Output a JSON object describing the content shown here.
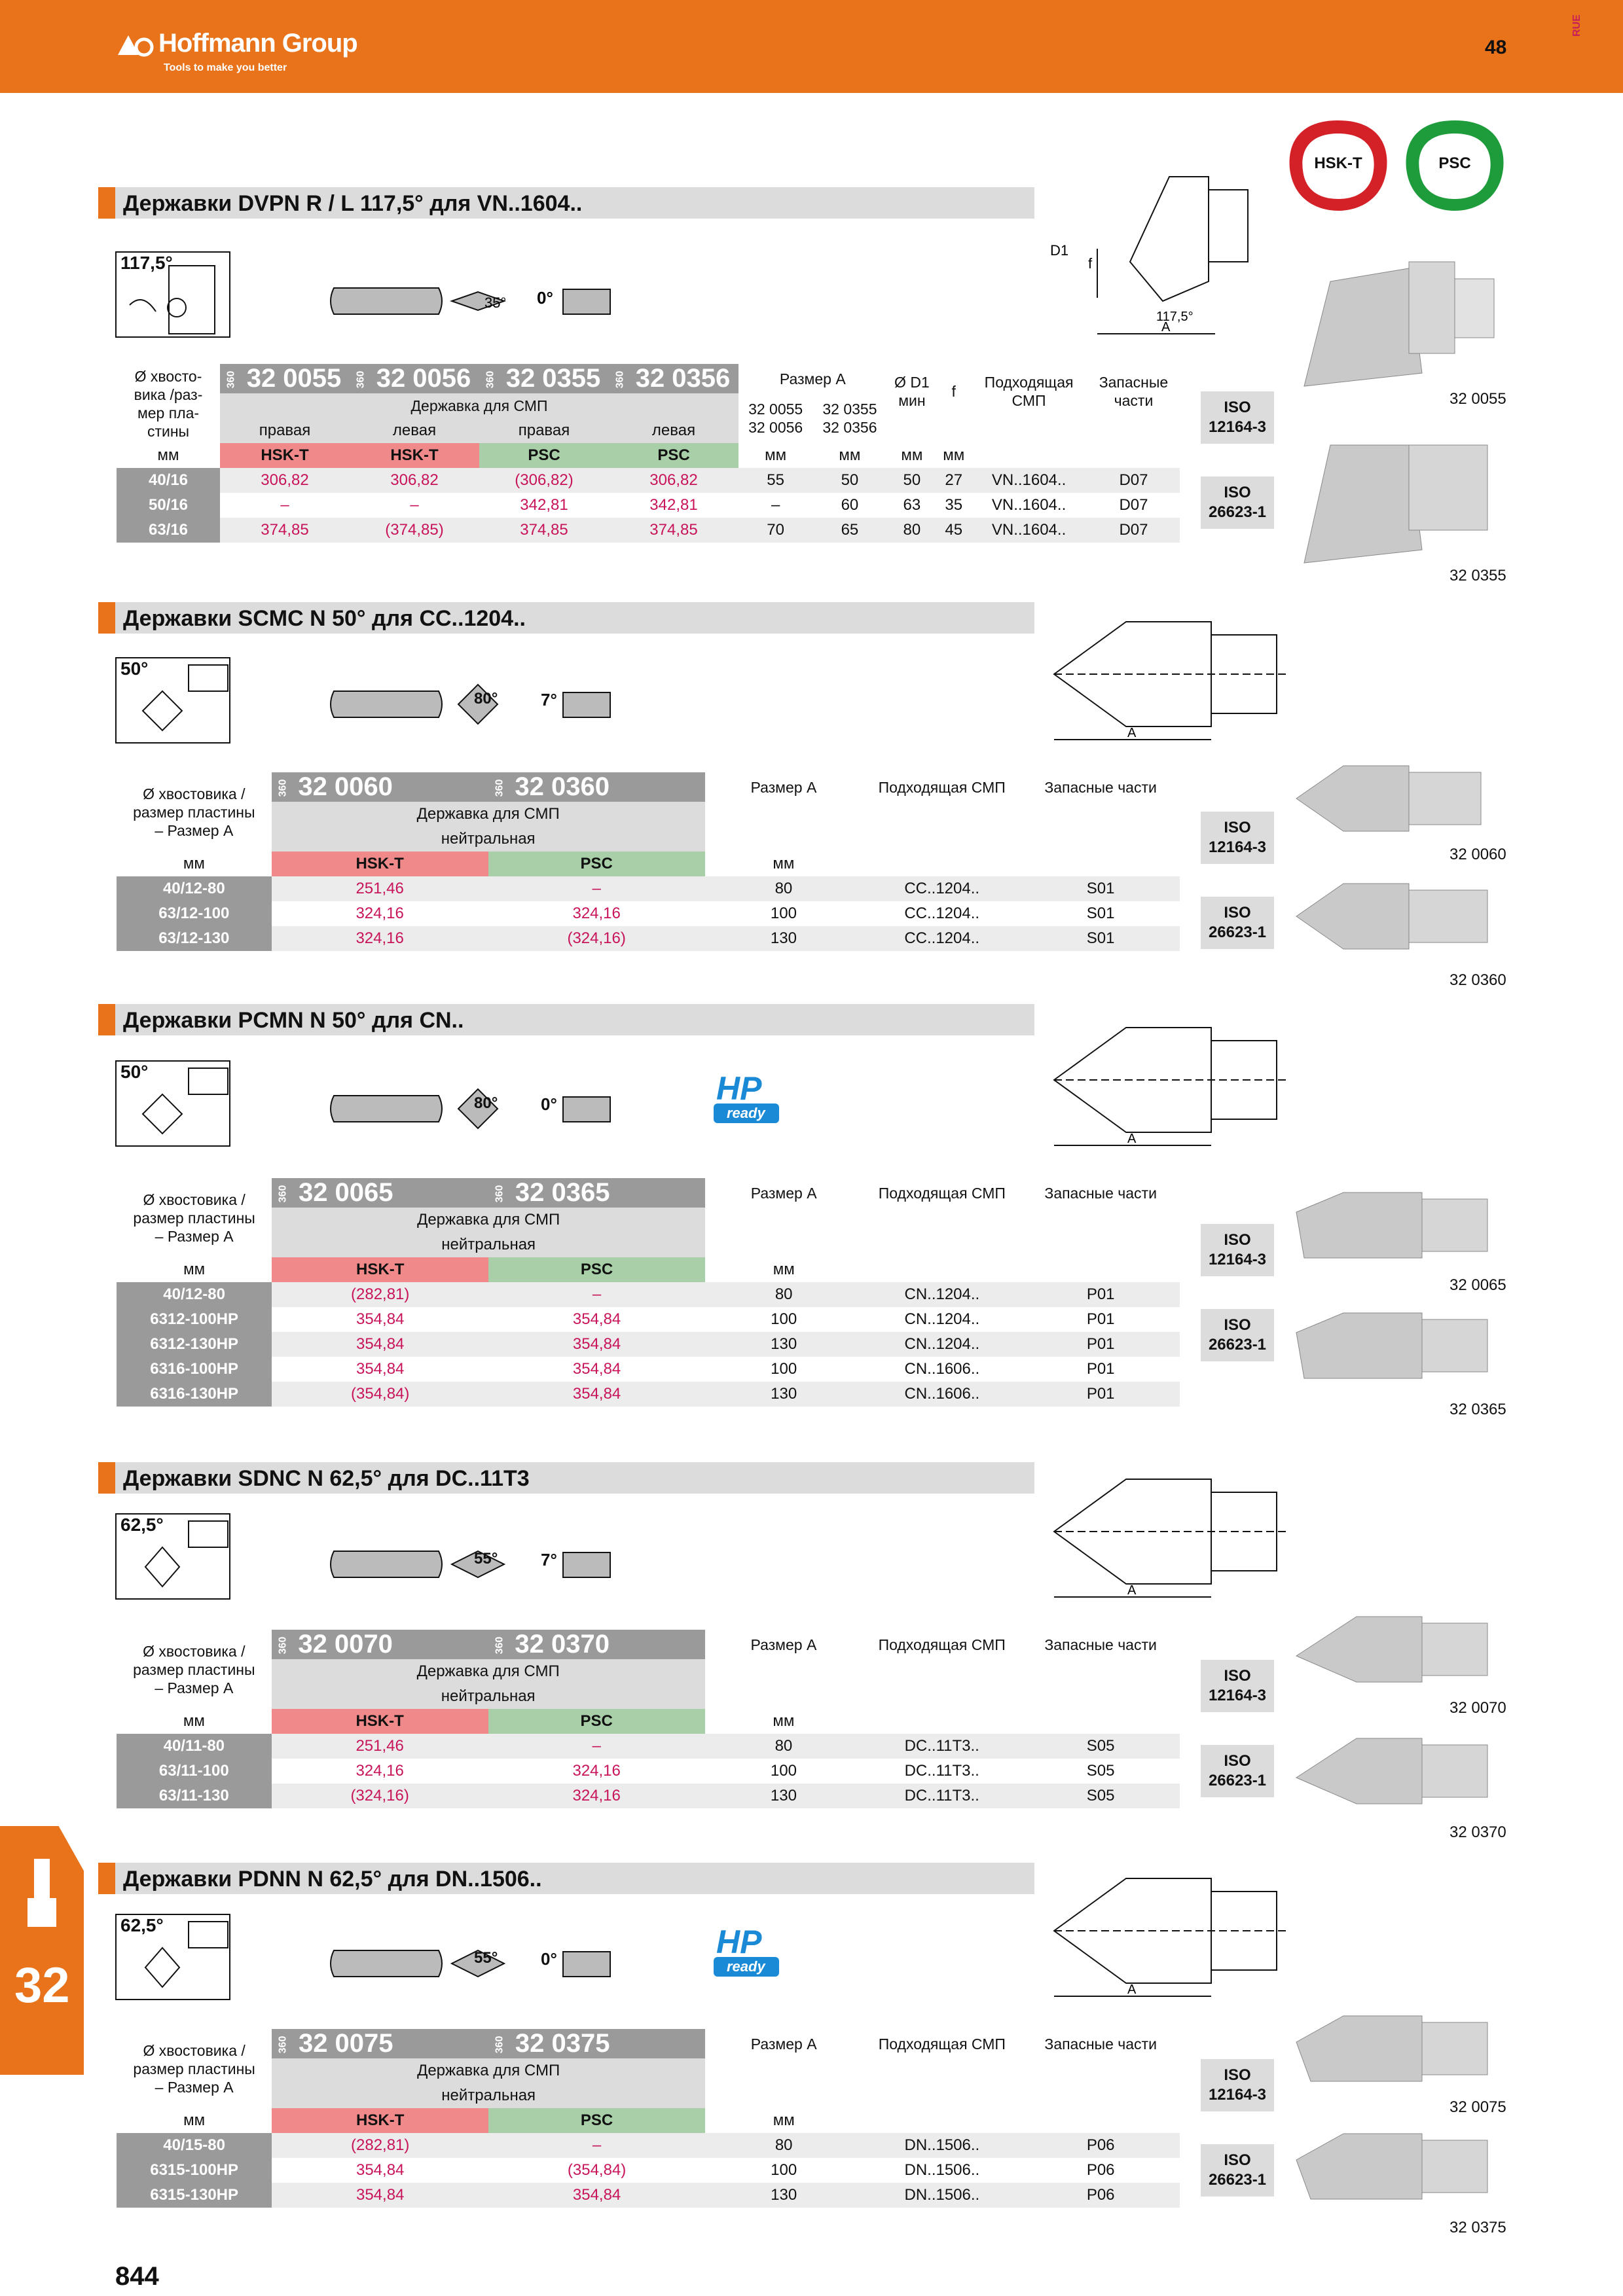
{
  "header": {
    "brand": "Hoffmann Group",
    "tagline": "Tools to make you better",
    "page_number": "48",
    "lang_code": "RUE",
    "accent": "#e8731a"
  },
  "badges": {
    "hsk": "HSK-T",
    "psc": "PSC"
  },
  "footer_page": "844",
  "side_tab": "32",
  "iso": {
    "a": "ISO\n12164-3",
    "b": "ISO\n26623-1"
  },
  "hp": {
    "top": "HP",
    "bottom": "ready"
  },
  "s1": {
    "title": "Державки DVPN R / L 117,5° для VN..1604..",
    "angle": "117,5°",
    "insert_angle": "35°",
    "clearance": "0°",
    "diag": {
      "d1": "D1",
      "f": "f",
      "a": "A",
      "ang": "117,5°"
    },
    "col_label": "Ø хвосто-\nвика /раз-\nмер пла-\nстины",
    "unit": "мм",
    "arts": [
      "32 0055",
      "32 0056",
      "32 0355",
      "32 0356"
    ],
    "s360": "360",
    "holder": "Державка для СМП",
    "hands": [
      "правая",
      "левая",
      "правая",
      "левая"
    ],
    "ifc": [
      "HSK-T",
      "HSK-T",
      "PSC",
      "PSC"
    ],
    "size_a": "Размер A",
    "size_sub": [
      "32 0055\n32 0056",
      "32 0355\n32 0356"
    ],
    "d1": "Ø D1\nмин",
    "f": "f",
    "insert": "Подходящая\nСМП",
    "spare": "Запасные\nчасти",
    "units_row": [
      "мм",
      "мм",
      "мм",
      "мм"
    ],
    "rows": [
      {
        "k": "40/16",
        "p": [
          "306,82",
          "306,82",
          "(306,82)",
          "306,82"
        ],
        "a1": "55",
        "a2": "50",
        "d": "50",
        "f": "27",
        "ins": "VN..1604..",
        "sp": "D07"
      },
      {
        "k": "50/16",
        "p": [
          "–",
          "–",
          "342,81",
          "342,81"
        ],
        "a1": "–",
        "a2": "60",
        "d": "63",
        "f": "35",
        "ins": "VN..1604..",
        "sp": "D07"
      },
      {
        "k": "63/16",
        "p": [
          "374,85",
          "(374,85)",
          "374,85",
          "374,85"
        ],
        "a1": "70",
        "a2": "65",
        "d": "80",
        "f": "45",
        "ins": "VN..1604..",
        "sp": "D07"
      }
    ],
    "codes": [
      "32 0055",
      "32 0355"
    ]
  },
  "s2": {
    "title": "Державки SCMC N 50° для CC..1204..",
    "angle": "50°",
    "insert_angle": "80°",
    "clearance": "7°",
    "col_label": "Ø хвостовика /\nразмер пластины\n– Размер A",
    "arts": [
      "32 0060",
      "32 0360"
    ],
    "holder": "Державка для СМП",
    "kind": "нейтральная",
    "ifc": [
      "HSK-T",
      "PSC"
    ],
    "unit": "мм",
    "size_a": "Размер A",
    "insert": "Подходящая СМП",
    "spare": "Запасные части",
    "rows": [
      {
        "k": "40/12-80",
        "p": [
          "251,46",
          "–"
        ],
        "a": "80",
        "ins": "CC..1204..",
        "sp": "S01"
      },
      {
        "k": "63/12-100",
        "p": [
          "324,16",
          "324,16"
        ],
        "a": "100",
        "ins": "CC..1204..",
        "sp": "S01"
      },
      {
        "k": "63/12-130",
        "p": [
          "324,16",
          "(324,16)"
        ],
        "a": "130",
        "ins": "CC..1204..",
        "sp": "S01"
      }
    ],
    "codes": [
      "32 0060",
      "32 0360"
    ]
  },
  "s3": {
    "title": "Державки PCMN N 50° для CN..",
    "angle": "50°",
    "insert_angle": "80°",
    "clearance": "0°",
    "col_label": "Ø хвостовика /\nразмер пластины\n– Размер A",
    "arts": [
      "32 0065",
      "32 0365"
    ],
    "holder": "Державка для СМП",
    "kind": "нейтральная",
    "ifc": [
      "HSK-T",
      "PSC"
    ],
    "unit": "мм",
    "size_a": "Размер A",
    "insert": "Подходящая СМП",
    "spare": "Запасные части",
    "rows": [
      {
        "k": "40/12-80",
        "p": [
          "(282,81)",
          "–"
        ],
        "a": "80",
        "ins": "CN..1204..",
        "sp": "P01"
      },
      {
        "k": "6312-100HP",
        "p": [
          "354,84",
          "354,84"
        ],
        "a": "100",
        "ins": "CN..1204..",
        "sp": "P01"
      },
      {
        "k": "6312-130HP",
        "p": [
          "354,84",
          "354,84"
        ],
        "a": "130",
        "ins": "CN..1204..",
        "sp": "P01"
      },
      {
        "k": "6316-100HP",
        "p": [
          "354,84",
          "354,84"
        ],
        "a": "100",
        "ins": "CN..1606..",
        "sp": "P01"
      },
      {
        "k": "6316-130HP",
        "p": [
          "(354,84)",
          "354,84"
        ],
        "a": "130",
        "ins": "CN..1606..",
        "sp": "P01"
      }
    ],
    "codes": [
      "32 0065",
      "32 0365"
    ]
  },
  "s4": {
    "title": "Державки SDNC N 62,5° для DC..11T3",
    "angle": "62,5°",
    "insert_angle": "55°",
    "clearance": "7°",
    "col_label": "Ø хвостовика /\nразмер пластины\n– Размер A",
    "arts": [
      "32 0070",
      "32 0370"
    ],
    "holder": "Державка для СМП",
    "kind": "нейтральная",
    "ifc": [
      "HSK-T",
      "PSC"
    ],
    "unit": "мм",
    "size_a": "Размер A",
    "insert": "Подходящая СМП",
    "spare": "Запасные части",
    "rows": [
      {
        "k": "40/11-80",
        "p": [
          "251,46",
          "–"
        ],
        "a": "80",
        "ins": "DC..11T3..",
        "sp": "S05"
      },
      {
        "k": "63/11-100",
        "p": [
          "324,16",
          "324,16"
        ],
        "a": "100",
        "ins": "DC..11T3..",
        "sp": "S05"
      },
      {
        "k": "63/11-130",
        "p": [
          "(324,16)",
          "324,16"
        ],
        "a": "130",
        "ins": "DC..11T3..",
        "sp": "S05"
      }
    ],
    "codes": [
      "32 0070",
      "32 0370"
    ]
  },
  "s5": {
    "title": "Державки PDNN N 62,5° для DN..1506..",
    "angle": "62,5°",
    "insert_angle": "55°",
    "clearance": "0°",
    "col_label": "Ø хвостовика /\nразмер пластины\n– Размер A",
    "arts": [
      "32 0075",
      "32 0375"
    ],
    "holder": "Державка для СМП",
    "kind": "нейтральная",
    "ifc": [
      "HSK-T",
      "PSC"
    ],
    "unit": "мм",
    "size_a": "Размер A",
    "insert": "Подходящая СМП",
    "spare": "Запасные части",
    "rows": [
      {
        "k": "40/15-80",
        "p": [
          "(282,81)",
          "–"
        ],
        "a": "80",
        "ins": "DN..1506..",
        "sp": "P06"
      },
      {
        "k": "6315-100HP",
        "p": [
          "354,84",
          "(354,84)"
        ],
        "a": "100",
        "ins": "DN..1506..",
        "sp": "P06"
      },
      {
        "k": "6315-130HP",
        "p": [
          "354,84",
          "354,84"
        ],
        "a": "130",
        "ins": "DN..1506..",
        "sp": "P06"
      }
    ],
    "codes": [
      "32 0075",
      "32 0375"
    ]
  }
}
